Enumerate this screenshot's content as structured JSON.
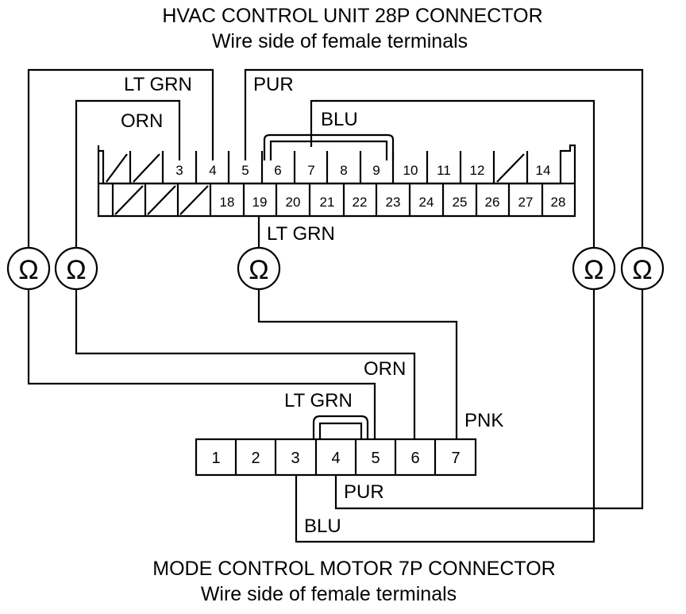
{
  "top_connector": {
    "title": "HVAC CONTROL UNIT 28P CONNECTOR",
    "subtitle": "Wire side of female terminals",
    "row1_pins": [
      "3",
      "4",
      "5",
      "6",
      "7",
      "8",
      "9",
      "10",
      "11",
      "12",
      "14"
    ],
    "row2_pins": [
      "18",
      "19",
      "20",
      "21",
      "22",
      "23",
      "24",
      "25",
      "26",
      "27",
      "28"
    ]
  },
  "bottom_connector": {
    "title": "MODE CONTROL MOTOR 7P CONNECTOR",
    "subtitle": "Wire side of female terminals",
    "pins": [
      "1",
      "2",
      "3",
      "4",
      "5",
      "6",
      "7"
    ]
  },
  "wire_labels": {
    "lt_grn_pin4": "LT GRN",
    "orn_pin3": "ORN",
    "pur_pin5": "PUR",
    "blu_jumper": "BLU",
    "lt_grn_pin19": "LT GRN",
    "orn_motor": "ORN",
    "lt_grn_motor": "LT GRN",
    "pnk_motor": "PNK",
    "pur_motor": "PUR",
    "blu_motor": "BLU"
  },
  "ohmmeter_symbol": "Ω"
}
